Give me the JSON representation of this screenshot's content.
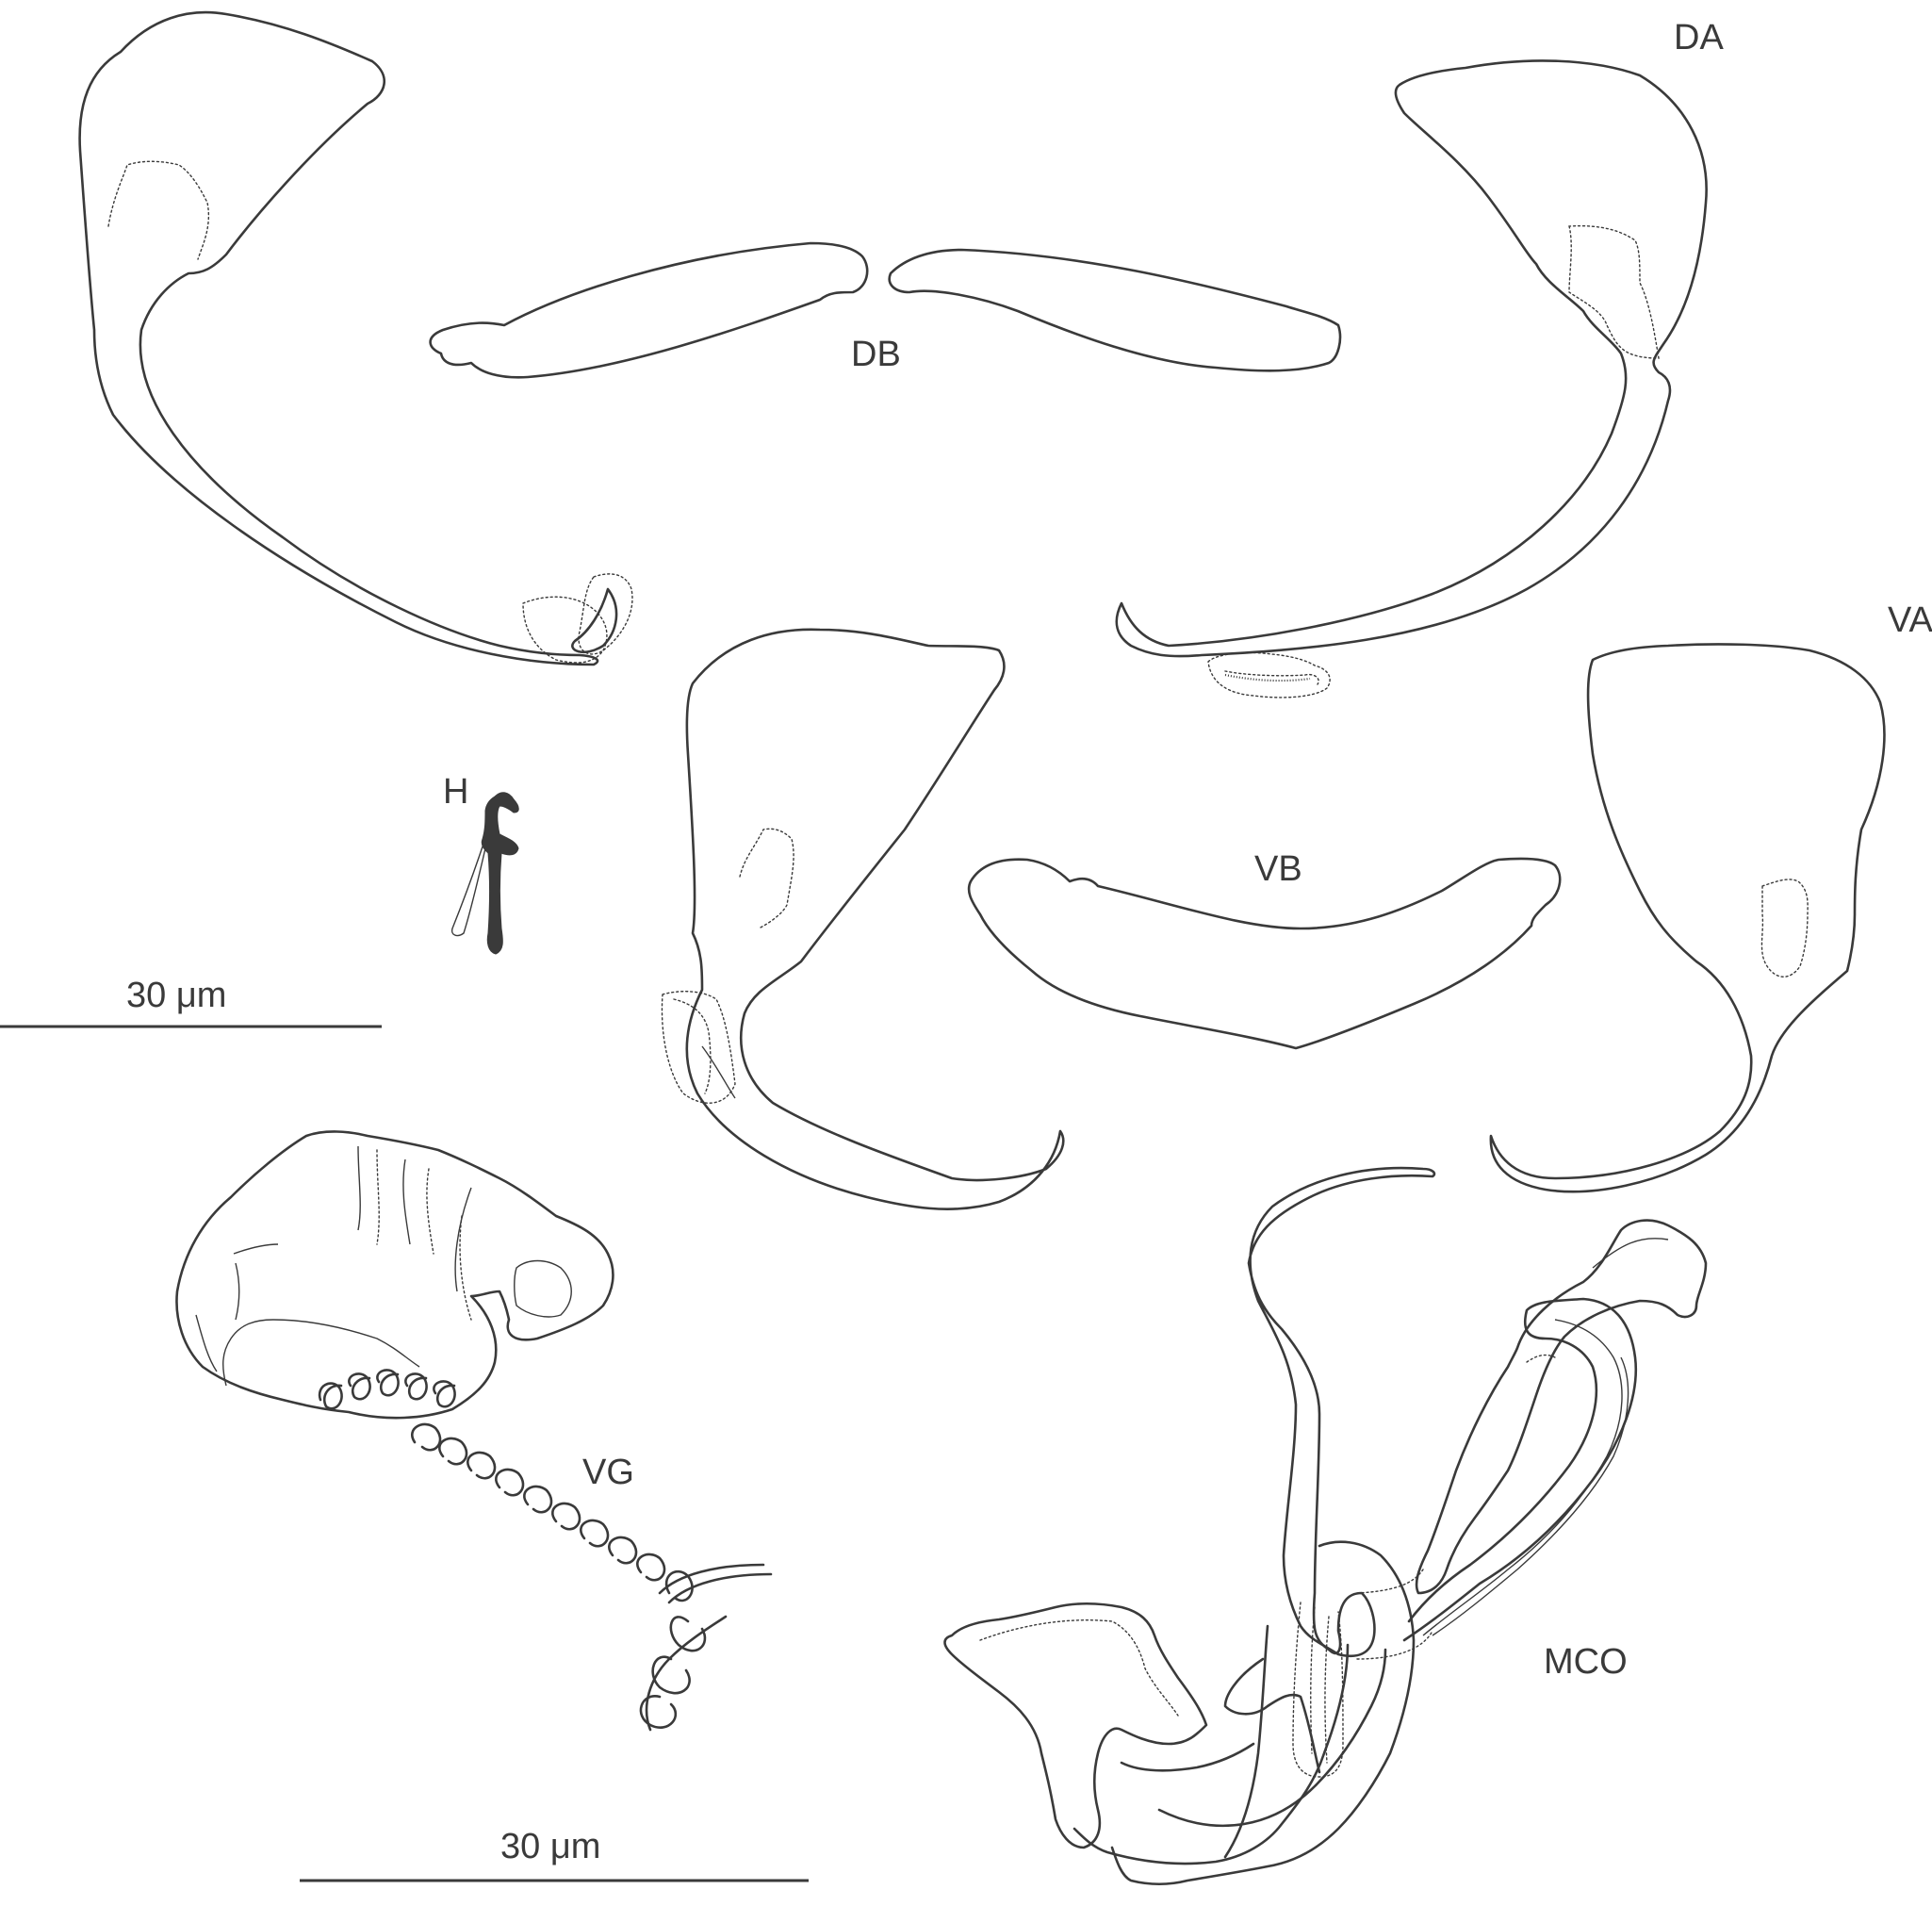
{
  "labels": {
    "dorsal_anchor": "DA",
    "dorsal_bar": "DB",
    "ventral_anchor": "VA",
    "ventral_bar": "VB",
    "hook": "H",
    "vagina": "VG",
    "male_copulatory_organ": "MCO"
  },
  "scale_bars": {
    "top": "30 μm",
    "bottom": "30 μm"
  },
  "colors": {
    "line": "#3a3a3a",
    "background": "#ffffff"
  }
}
